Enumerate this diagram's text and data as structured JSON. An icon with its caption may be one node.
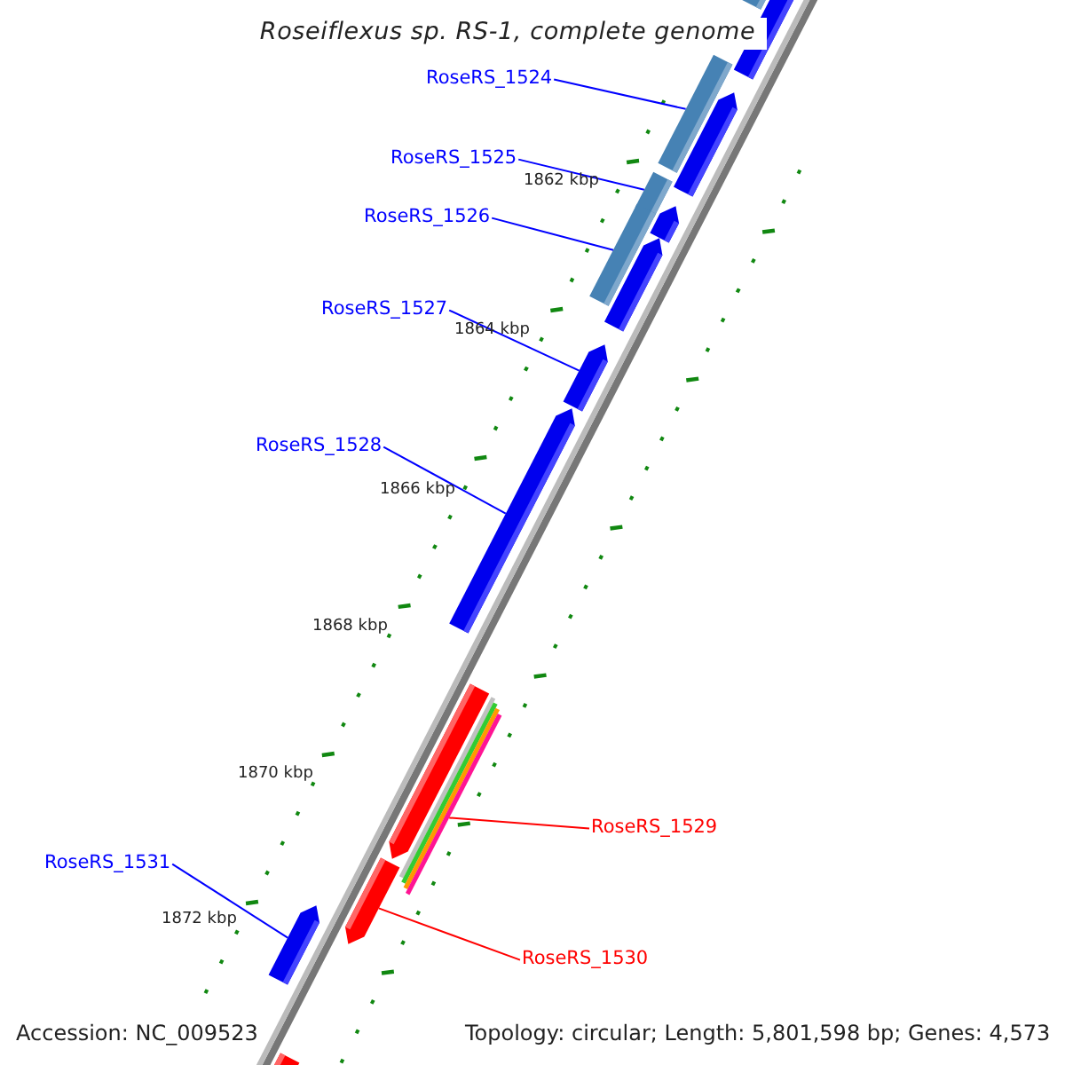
{
  "diagram": {
    "title": "Roseiflexus sp. RS-1, complete genome",
    "nodes": [
      {
        "text": [],
        "shape": "bar"
      },
      {
        "text": [
          "RoseRS_1524"
        ]
      },
      {
        "text": [],
        "shape": "bar"
      },
      {
        "text": [
          "RoseRS_1525"
        ]
      },
      {
        "text": [],
        "shape": "bar"
      },
      {
        "text": [
          "RoseRS_1526"
        ]
      },
      {
        "text": [],
        "shape": "bar"
      },
      {
        "text": [
          "RoseRS_1527"
        ]
      },
      {
        "text": [],
        "shape": "bar"
      },
      {
        "text": [
          "RoseRS_1528"
        ]
      },
      {
        "text": [],
        "shape": "bar"
      },
      {
        "text": [
          "RoseRS_1529"
        ]
      },
      {
        "text": [],
        "shape": "bar"
      },
      {
        "text": [
          "RoseRS_1530"
        ]
      },
      {
        "text": [],
        "shape": "bar"
      },
      {
        "text": [
          "RoseRS_1531"
        ]
      },
      {
        "text": [],
        "shape": "bar"
      },
      {
        "text": [],
        "shape": "bar"
      }
    ],
    "edges": [
      {
        "from": 1,
        "to": 2,
        "arrow": "none"
      },
      {
        "from": 3,
        "to": 4,
        "arrow": "none"
      },
      {
        "from": 5,
        "to": 6,
        "arrow": "none"
      },
      {
        "from": 7,
        "to": 8,
        "arrow": "none"
      },
      {
        "from": 9,
        "to": 10,
        "arrow": "none"
      },
      {
        "from": 11,
        "to": 12,
        "arrow": "none",
        "color": "#ff0000"
      },
      {
        "from": 13,
        "to": 14,
        "arrow": "none",
        "color": "#ff0000"
      },
      {
        "from": 15,
        "to": 16,
        "arrow": "none"
      }
    ],
    "labels": [
      "1862 kbp",
      "1864 kbp",
      "1866 kbp",
      "1868 kbp",
      "1870 kbp",
      "1872 kbp",
      "Accession: NC_009523",
      "Topology: circular; Length: 5,801,598 bp; Genes: 4,573"
    ]
  }
}
